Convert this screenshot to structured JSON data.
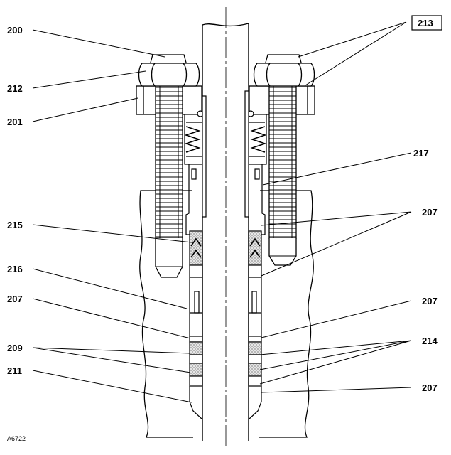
{
  "drawing": {
    "figure_id": "A6722",
    "callouts": {
      "c200": "200",
      "c212": "212",
      "c201": "201",
      "c215": "215",
      "c216": "216",
      "c207_left": "207",
      "c209": "209",
      "c211": "211",
      "c213": "213",
      "c217": "217",
      "c207_right_top": "207",
      "c207_right_mid": "207",
      "c214": "214",
      "c207_right_bottom": "207"
    },
    "colors": {
      "line": "#000000",
      "background": "#ffffff",
      "packing_fill": "#dcdcdc"
    }
  }
}
